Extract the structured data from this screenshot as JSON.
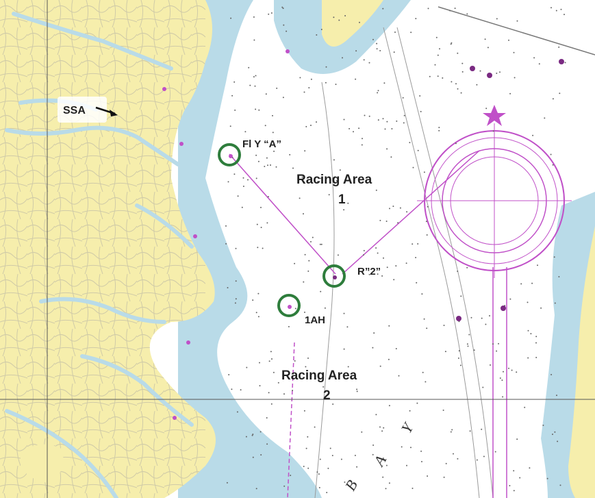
{
  "map": {
    "title": "",
    "colors": {
      "water_deep": "#ffffff",
      "water_shallow": "#b9dbe8",
      "land": "#f6eeac",
      "road": "#c9c4a8",
      "magenta": "#c050c8",
      "mark_circle": "#2e7d3c",
      "grid": "#555555"
    },
    "labels": {
      "ssa": "SSA",
      "fl_y_a": "Fl Y “A”",
      "r2": "R”2”",
      "ah1": "1AH",
      "area1_line1": "Racing Area",
      "area1_line2": "1",
      "area2_line1": "Racing Area",
      "area2_line2": "2",
      "bay_letters": [
        "B",
        "A",
        "Y"
      ]
    },
    "marks": [
      {
        "name": "Fl Y “A”"
      },
      {
        "name": "R”2”"
      },
      {
        "name": "1AH"
      }
    ]
  }
}
